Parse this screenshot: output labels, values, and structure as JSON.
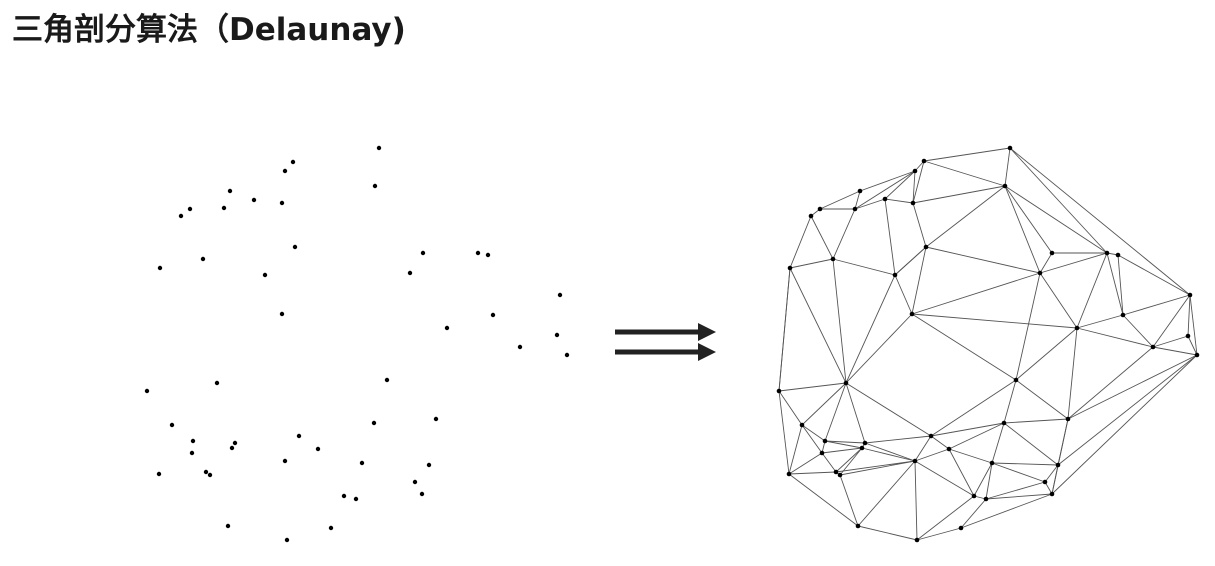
{
  "page": {
    "title": "三角剖分算法（Delaunay)"
  },
  "diagram": {
    "left_panel": "scattered points",
    "right_panel": "triangulated mesh",
    "connector": "double-arrow-right-icon",
    "point_color": "#000000",
    "edge_color": "#555555",
    "arrow_color": "#222222"
  }
}
